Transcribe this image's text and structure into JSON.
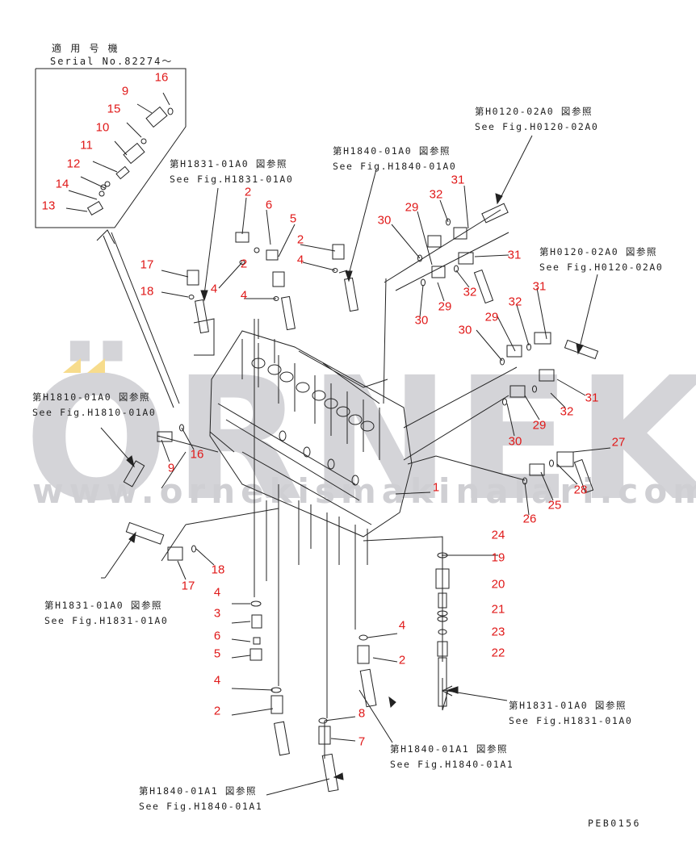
{
  "header": {
    "title_jp": "適 用 号 機",
    "serial": "Serial No.82274～"
  },
  "watermark": {
    "brand": "ÖRNEK",
    "url": "www.ornekismakinalari.com.tr"
  },
  "drawing_code": "PEB0156",
  "references": [
    {
      "jp": "第H0120-02A0 図参照",
      "en": "See Fig.H0120-02A0"
    },
    {
      "jp": "第H1840-01A0 図参照",
      "en": "See Fig.H1840-01A0"
    },
    {
      "jp": "第H1831-01A0 図参照",
      "en": "See Fig.H1831-01A0"
    },
    {
      "jp": "第H0120-02A0 図参照",
      "en": "See Fig.H0120-02A0"
    },
    {
      "jp": "第H1810-01A0 図参照",
      "en": "See Fig.H1810-01A0"
    },
    {
      "jp": "第H1831-01A0 図参照",
      "en": "See Fig.H1831-01A0"
    },
    {
      "jp": "第H1831-01A0 図参照",
      "en": "See Fig.H1831-01A0"
    },
    {
      "jp": "第H1840-01A1 図参照",
      "en": "See Fig.H1840-01A1"
    },
    {
      "jp": "第H1840-01A1 図参照",
      "en": "See Fig.H1840-01A1"
    }
  ],
  "callouts": [
    "16",
    "9",
    "15",
    "10",
    "11",
    "12",
    "14",
    "13",
    "2",
    "6",
    "5",
    "2",
    "2",
    "4",
    "17",
    "18",
    "4",
    "4",
    "30",
    "29",
    "32",
    "31",
    "31",
    "32",
    "29",
    "30",
    "30",
    "29",
    "32",
    "31",
    "31",
    "32",
    "29",
    "30",
    "27",
    "28",
    "25",
    "26",
    "1",
    "9",
    "16",
    "18",
    "17",
    "4",
    "3",
    "6",
    "5",
    "4",
    "2",
    "8",
    "7",
    "4",
    "2",
    "24",
    "19",
    "20",
    "21",
    "23",
    "22"
  ],
  "colors": {
    "callout": "#e01818",
    "line": "#222222",
    "watermark": "#d4d4d8",
    "watermark_accent": "#f7dc8c"
  }
}
